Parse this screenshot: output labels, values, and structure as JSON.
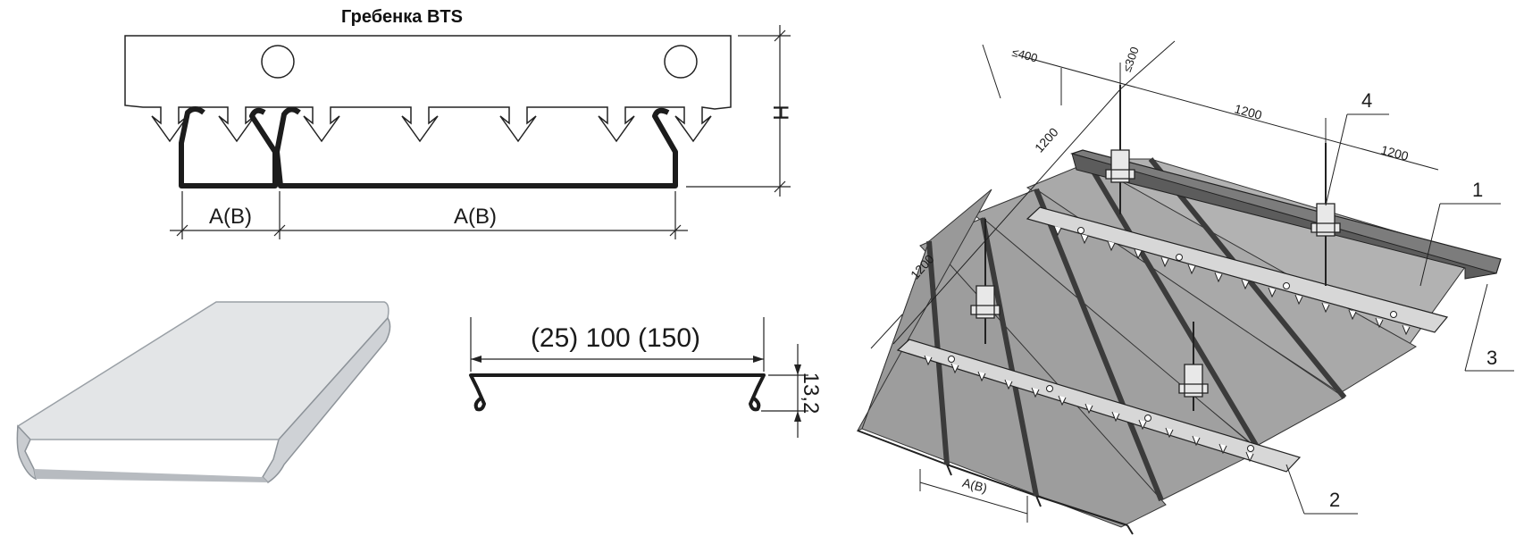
{
  "comb": {
    "title": "Гребенка BTS",
    "dim_left": "A(B)",
    "dim_right": "A(B)",
    "dim_height": "H"
  },
  "profile": {
    "width_label": "(25) 100 (150)",
    "height_label": "13,2"
  },
  "assembly": {
    "dim_400": "≤400",
    "dim_300": "≤300",
    "dim_1200_top": "1200",
    "dim_1200_right": "1200",
    "dim_1200_left_upper": "1200",
    "dim_1200_left_lower": "1200",
    "dim_ab": "A(B)",
    "callout_1": "1",
    "callout_2": "2",
    "callout_3": "3",
    "callout_4": "4"
  },
  "colors": {
    "line": "#222222",
    "profile_stroke": "#1c1c1c",
    "panel_grey": "#a7a7a7",
    "panel_light": "#d2d4d6",
    "rail": "#7c7c7c"
  }
}
